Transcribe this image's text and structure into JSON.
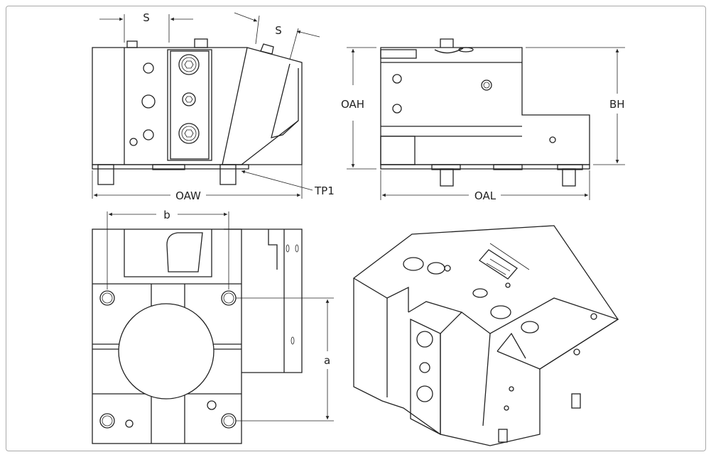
{
  "dimensions": {
    "front_view": {
      "s_top": "S",
      "s_angled": "S",
      "overall_width": "OAW",
      "tool_point": "TP1"
    },
    "side_view": {
      "overall_height": "OAH",
      "base_height": "BH",
      "overall_length": "OAL"
    },
    "bottom_view": {
      "hole_spacing_x": "b",
      "hole_spacing_y": "a"
    }
  }
}
